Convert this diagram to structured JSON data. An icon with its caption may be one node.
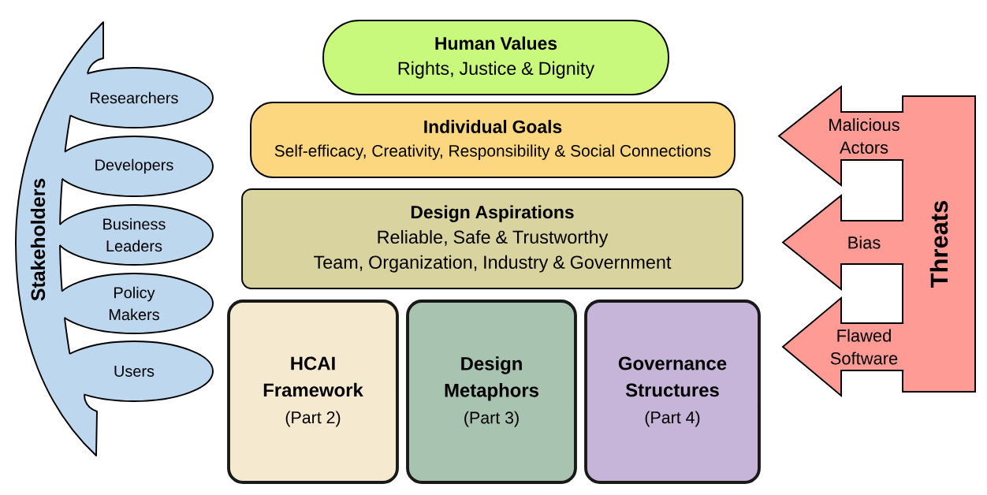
{
  "diagram": {
    "nodes": [
      {
        "text": [
          "Stakeholders"
        ]
      },
      {
        "text": [
          "Researchers"
        ]
      },
      {
        "text": [
          "Developers"
        ]
      },
      {
        "text": [
          "Business Leaders"
        ]
      },
      {
        "text": [
          "Policy Makers"
        ]
      },
      {
        "text": [
          "Users"
        ]
      },
      {
        "text": [
          "Human Values",
          "Rights, Justice & Dignity"
        ]
      },
      {
        "text": [
          "Individual Goals",
          "Self-efficacy, Creativity, Responsibility & Social Connections"
        ]
      },
      {
        "text": [
          "Design Aspirations",
          "Reliable, Safe & Trustworthy",
          "Team, Organization, Industry & Government"
        ]
      },
      {
        "text": [
          "HCAI Framework",
          "(Part 2)"
        ]
      },
      {
        "text": [
          "Design Metaphors",
          "(Part 3)"
        ]
      },
      {
        "text": [
          "Governance Structures",
          "(Part 4)"
        ]
      },
      {
        "text": [
          "Threats"
        ]
      }
    ],
    "edges": [
      {
        "from": 12,
        "to": null,
        "arrow": "to",
        "label": "Malicious Actors"
      },
      {
        "from": 12,
        "to": null,
        "arrow": "to",
        "label": "Bias"
      },
      {
        "from": 12,
        "to": null,
        "arrow": "to",
        "label": "Flawed Software"
      }
    ]
  }
}
